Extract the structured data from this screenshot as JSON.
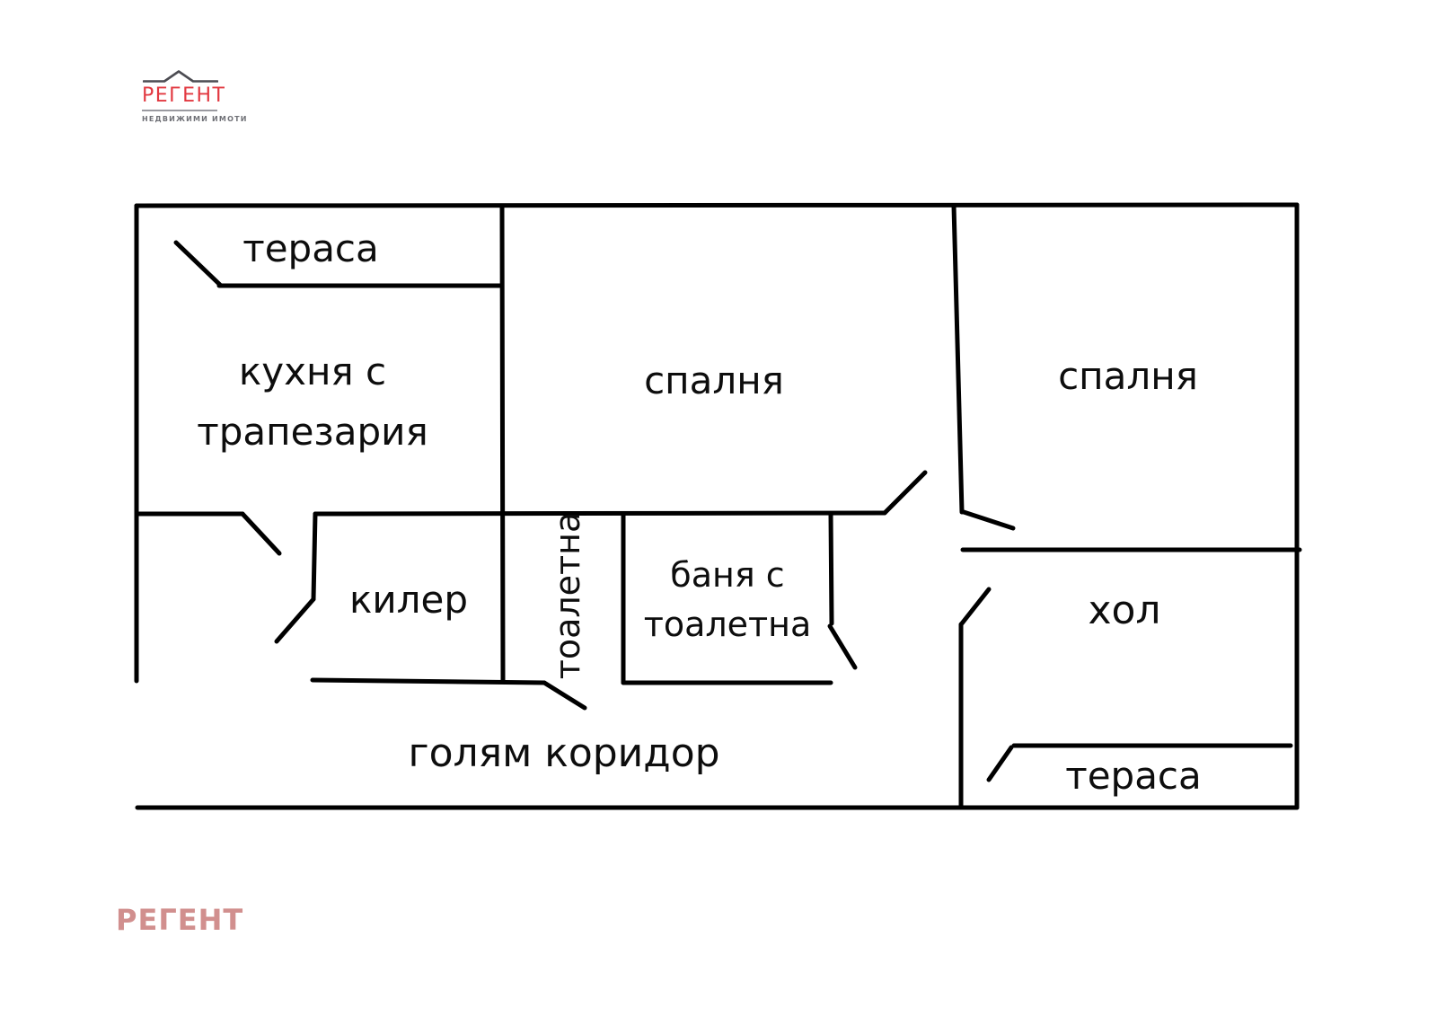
{
  "colors": {
    "brand_red": "#e23840",
    "roof_gray": "#4c4c52",
    "tagline_gray": "#6f7076",
    "divider_gray": "#9a9aa0",
    "footer_pink": "#d18f8e",
    "wall_black": "#000000",
    "text_black": "#0d0d0d"
  },
  "logo": {
    "name": "РЕГЕНТ",
    "tagline": "НЕДВИЖИМИ ИМОТИ"
  },
  "floorplan": {
    "rooms": {
      "terrace_top": {
        "label": "тераса"
      },
      "kitchen": {
        "label": "кухня с трапезария",
        "line1": "кухня с",
        "line2": "трапезария"
      },
      "bedroom_middle": {
        "label": "спалня"
      },
      "bedroom_right": {
        "label": "спалня"
      },
      "pantry": {
        "label": "килер"
      },
      "toilet": {
        "label": "тоалетна"
      },
      "bathroom": {
        "label": "баня с тоалетна",
        "line1": "баня с",
        "line2": "тоалетна"
      },
      "hall": {
        "label": "хол"
      },
      "terrace_bottom": {
        "label": "тераса"
      },
      "corridor": {
        "label": "голям коридор"
      }
    }
  },
  "footer": {
    "brand": "РЕГЕНТ"
  }
}
